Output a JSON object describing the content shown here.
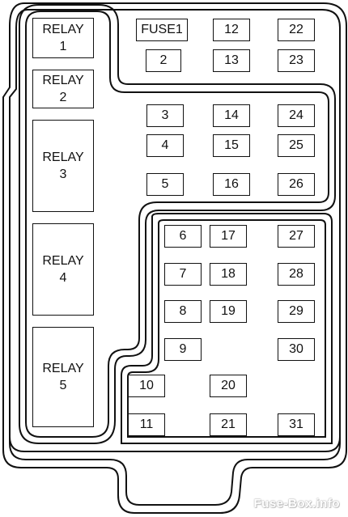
{
  "relays": [
    {
      "line1": "RELAY",
      "line2": "1"
    },
    {
      "line1": "RELAY",
      "line2": "2"
    },
    {
      "line1": "RELAY",
      "line2": "3"
    },
    {
      "line1": "RELAY",
      "line2": "4"
    },
    {
      "line1": "RELAY",
      "line2": "5"
    }
  ],
  "fuses": [
    "FUSE1",
    "2",
    "3",
    "4",
    "5",
    "6",
    "7",
    "8",
    "9",
    "10",
    "11",
    "12",
    "13",
    "14",
    "15",
    "16",
    "17",
    "18",
    "19",
    "20",
    "21",
    "22",
    "23",
    "24",
    "25",
    "26",
    "27",
    "28",
    "29",
    "30",
    "31"
  ],
  "watermark": "Fuse-Box.info"
}
